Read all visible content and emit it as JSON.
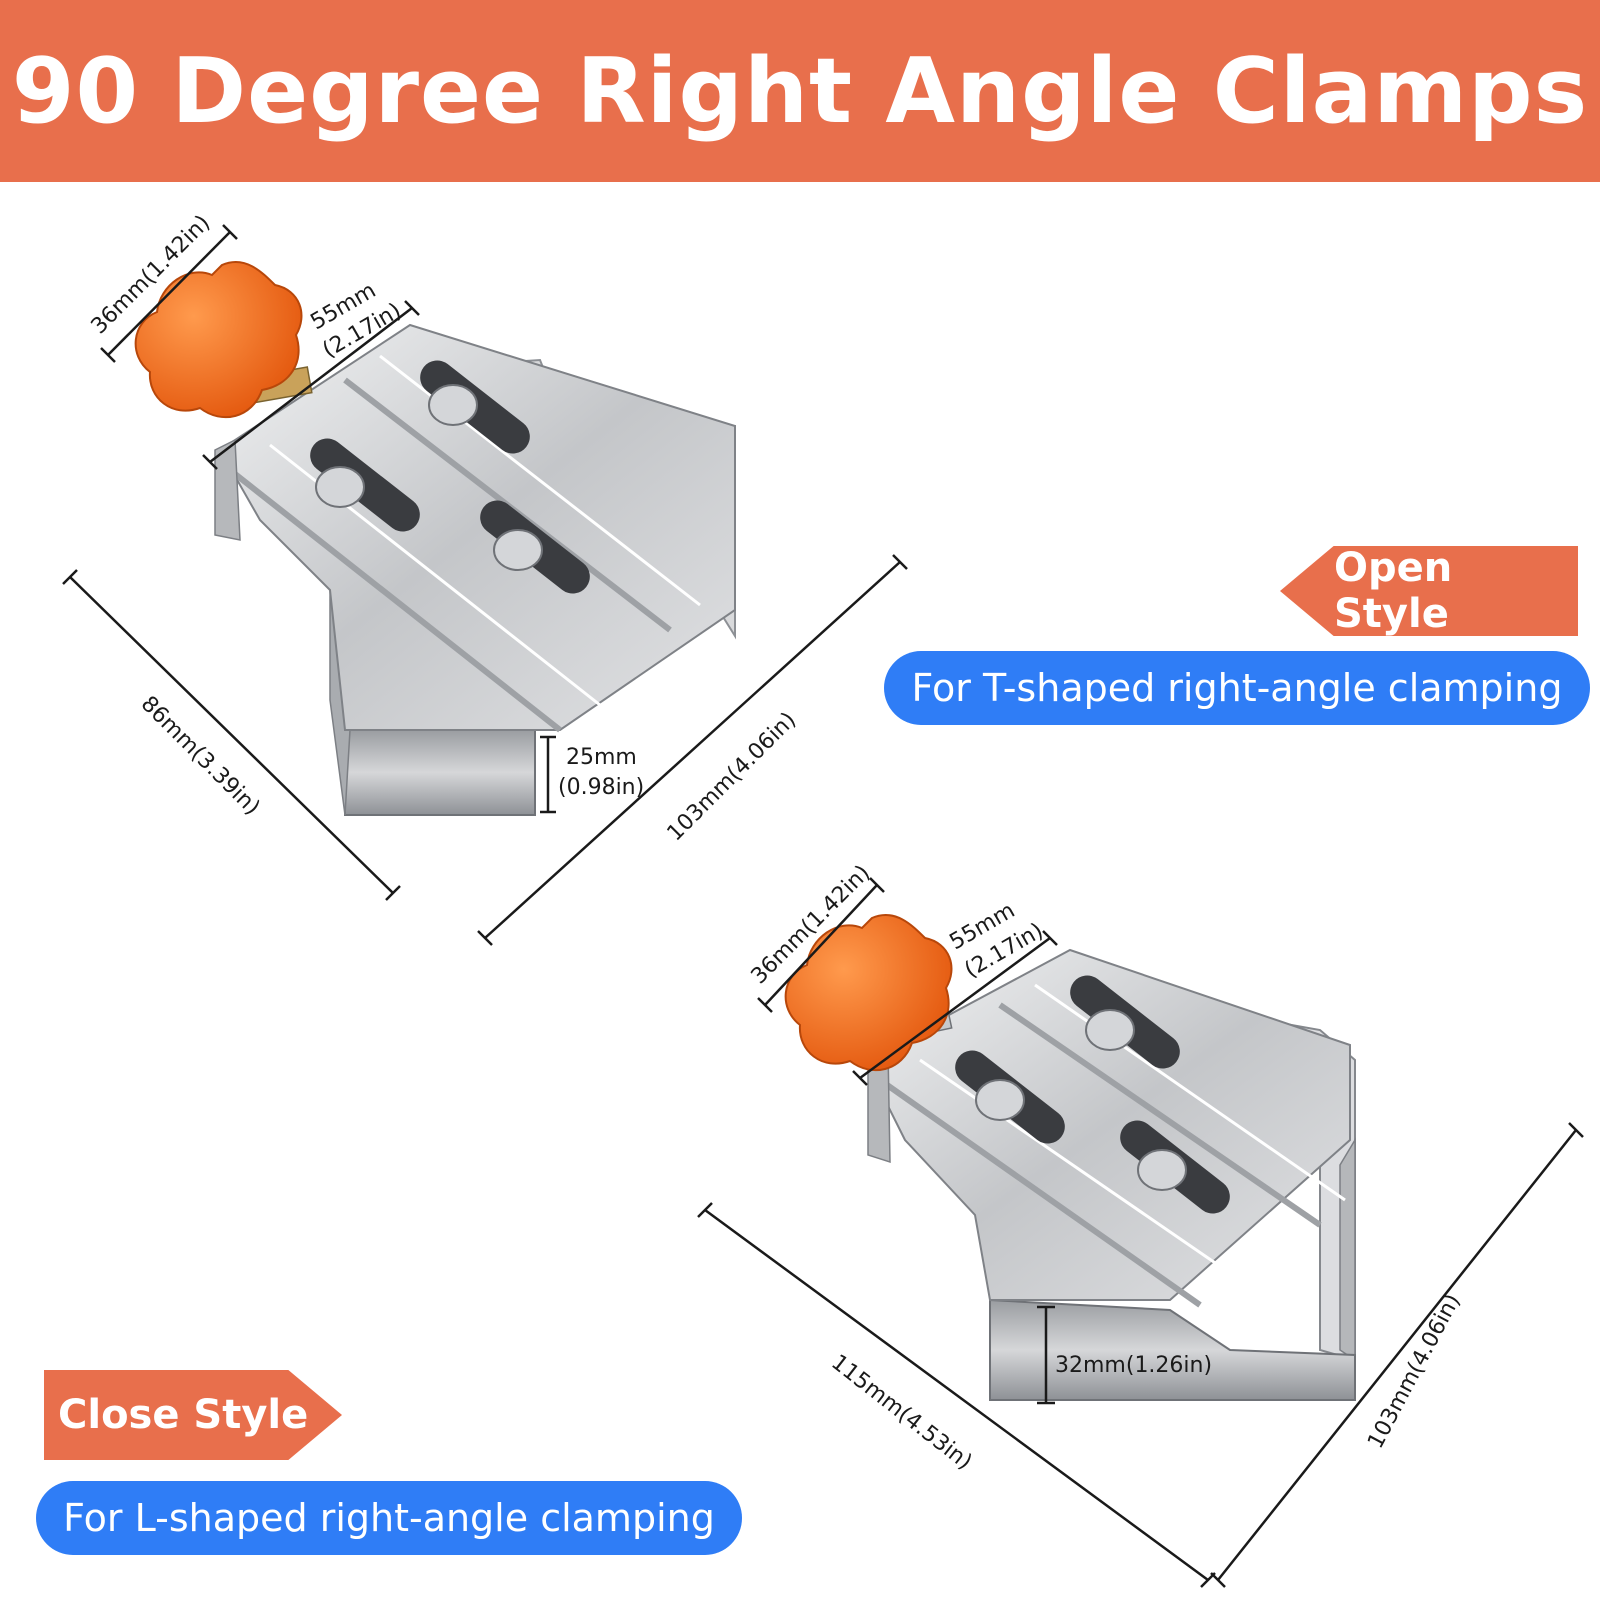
{
  "banner": {
    "title": "90 Degree Right Angle Clamps"
  },
  "open_style": {
    "tag": "Open Style",
    "description": "For T-shaped right-angle clamping",
    "dimensions": {
      "knob": "36mm(1.42in)",
      "width_mm": "55mm",
      "width_in": "(2.17in)",
      "side": "86mm(3.39in)",
      "height_mm": "25mm",
      "height_in": "(0.98in)",
      "length": "103mm(4.06in)"
    }
  },
  "close_style": {
    "tag": "Close Style",
    "description": "For L-shaped right-angle clamping",
    "dimensions": {
      "knob": "36mm(1.42in)",
      "width_mm": "55mm",
      "width_in": "(2.17in)",
      "height": "32mm(1.26in)",
      "side": "115mm(4.53in)",
      "length": "103mm(4.06in)"
    }
  },
  "colors": {
    "accent_orange": "#e86f4c",
    "pill_blue": "#2f7df6",
    "knob_orange": "#f26b1d",
    "steel": "#c9cbce"
  }
}
